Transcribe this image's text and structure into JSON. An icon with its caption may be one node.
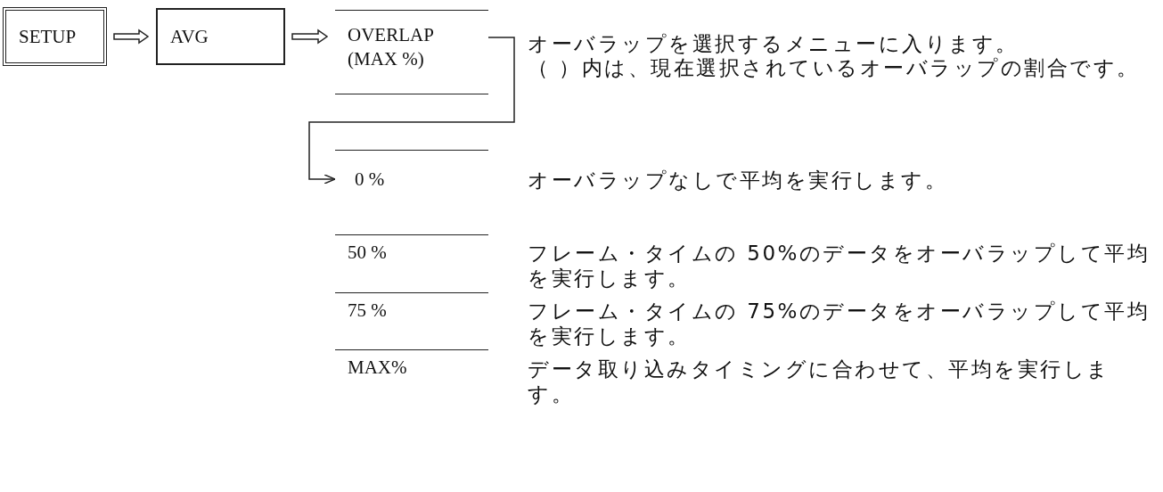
{
  "diagram": {
    "nodes": [
      {
        "text": [
          "SETUP"
        ]
      },
      {
        "text": [
          "AVG"
        ]
      },
      {
        "text": [
          "OVERLAP (MAX %)"
        ],
        "beside": [
          "オーバラップを選択するメニューに入ります。",
          "（ ）内は、現在選択されているオーバラップの割合です。"
        ]
      },
      {
        "text": [
          "0 %"
        ],
        "beside": [
          "オーバラップなしで平均を実行します。"
        ]
      },
      {
        "text": [
          "50 %"
        ],
        "beside": [
          "フレーム・タイムの 50%のデータをオーバラップして平均を実行します。"
        ]
      },
      {
        "text": [
          "75 %"
        ],
        "beside": [
          "フレーム・タイムの 75%のデータをオーバラップして平均を実行します。"
        ]
      },
      {
        "text": [
          "MAX%"
        ],
        "beside": [
          "データ取り込みタイミングに合わせて、平均を実行します。"
        ]
      }
    ],
    "edges": [
      {
        "from": 0,
        "to": 1,
        "arrow": "to"
      },
      {
        "from": 1,
        "to": 2,
        "arrow": "to"
      },
      {
        "from": 2,
        "to": 3,
        "arrow": "to"
      }
    ]
  }
}
